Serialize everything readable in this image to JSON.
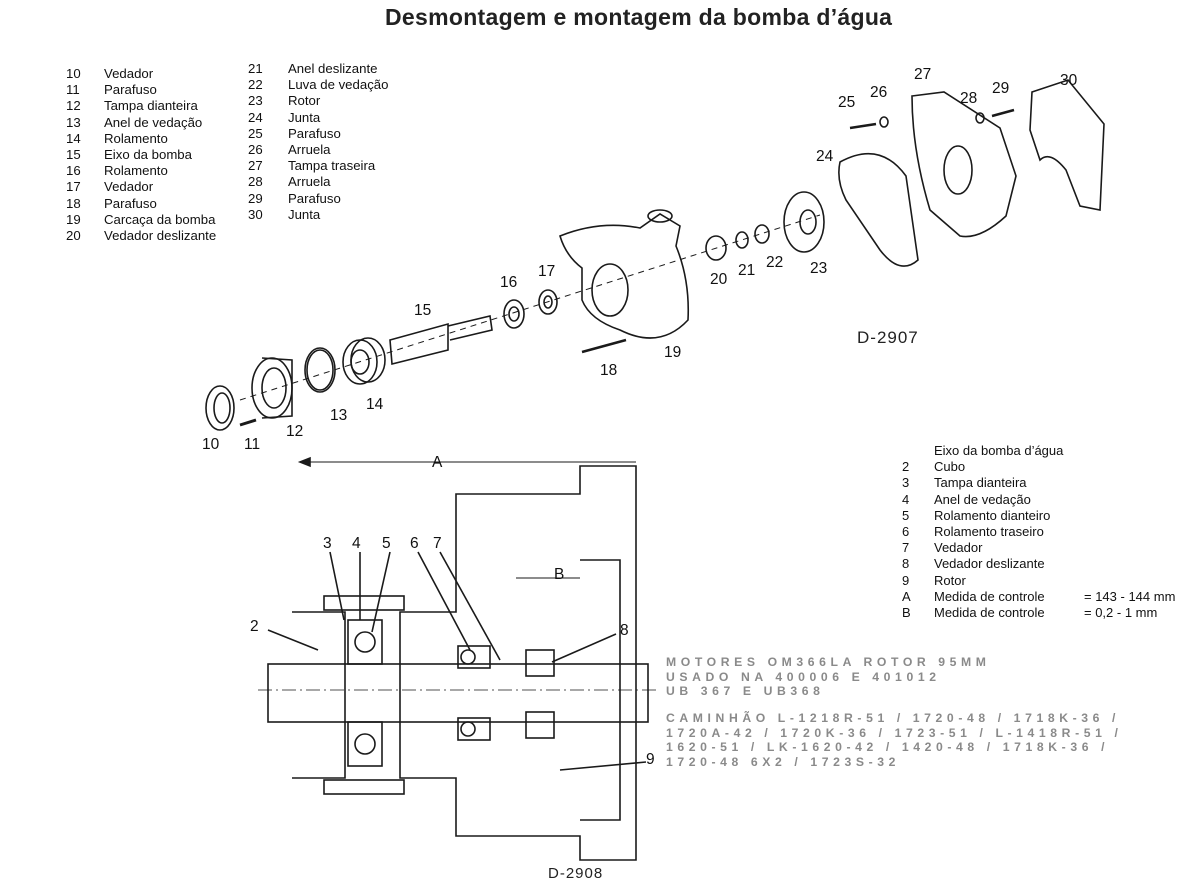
{
  "title": "Desmontagem e montagem da bomba d’água",
  "parts_legend_left": [
    {
      "num": "10",
      "label": "Vedador"
    },
    {
      "num": "11",
      "label": "Parafuso"
    },
    {
      "num": "12",
      "label": "Tampa dianteira"
    },
    {
      "num": "13",
      "label": "Anel de vedação"
    },
    {
      "num": "14",
      "label": "Rolamento"
    },
    {
      "num": "15",
      "label": "Eixo da bomba"
    },
    {
      "num": "16",
      "label": "Rolamento"
    },
    {
      "num": "17",
      "label": "Vedador"
    },
    {
      "num": "18",
      "label": "Parafuso"
    },
    {
      "num": "19",
      "label": "Carcaça da bomba"
    },
    {
      "num": "20",
      "label": "Vedador deslizante"
    }
  ],
  "parts_legend_right": [
    {
      "num": "21",
      "label": "Anel deslizante"
    },
    {
      "num": "22",
      "label": "Luva de vedação"
    },
    {
      "num": "23",
      "label": "Rotor"
    },
    {
      "num": "24",
      "label": "Junta"
    },
    {
      "num": "25",
      "label": "Parafuso"
    },
    {
      "num": "26",
      "label": "Arruela"
    },
    {
      "num": "27",
      "label": "Tampa traseira"
    },
    {
      "num": "28",
      "label": "Arruela"
    },
    {
      "num": "29",
      "label": "Parafuso"
    },
    {
      "num": "30",
      "label": "Junta"
    }
  ],
  "section_legend_title": "Eixo da bomba d’água",
  "section_legend": [
    {
      "num": "2",
      "label": "Cubo"
    },
    {
      "num": "3",
      "label": "Tampa dianteira"
    },
    {
      "num": "4",
      "label": "Anel de vedação"
    },
    {
      "num": "5",
      "label": "Rolamento dianteiro"
    },
    {
      "num": "6",
      "label": "Rolamento traseiro"
    },
    {
      "num": "7",
      "label": "Vedador"
    },
    {
      "num": "8",
      "label": "Vedador deslizante"
    },
    {
      "num": "9",
      "label": "Rotor"
    },
    {
      "num": "A",
      "label": "Medida de controle",
      "value": "= 143 - 144 mm"
    },
    {
      "num": "B",
      "label": "Medida de controle",
      "value": "= 0,2 - 1 mm"
    }
  ],
  "figure_codes": {
    "exploded": "D-2907",
    "section": "D-2908"
  },
  "exploded_callouts": [
    "10",
    "11",
    "12",
    "13",
    "14",
    "15",
    "16",
    "17",
    "18",
    "19",
    "20",
    "21",
    "22",
    "23",
    "24",
    "25",
    "26",
    "27",
    "28",
    "29",
    "30"
  ],
  "section_callouts": [
    "2",
    "3",
    "4",
    "5",
    "6",
    "7",
    "8",
    "9",
    "A",
    "B"
  ],
  "notes": {
    "line1": "MOTORES OM366LA ROTOR 95MM",
    "line2": "USADO NA 400006 E 401012",
    "line3": "UB 367 E UB368",
    "line4": "CAMINHÃO L-1218R-51 / 1720-48 / 1718K-36 /",
    "line5": "1720A-42 / 1720K-36 / 1723-51 / L-1418R-51 /",
    "line6": "1620-51 / LK-1620-42 / 1420-48 / 1718K-36 /",
    "line7": "1720-48 6X2 / 1723S-32"
  }
}
